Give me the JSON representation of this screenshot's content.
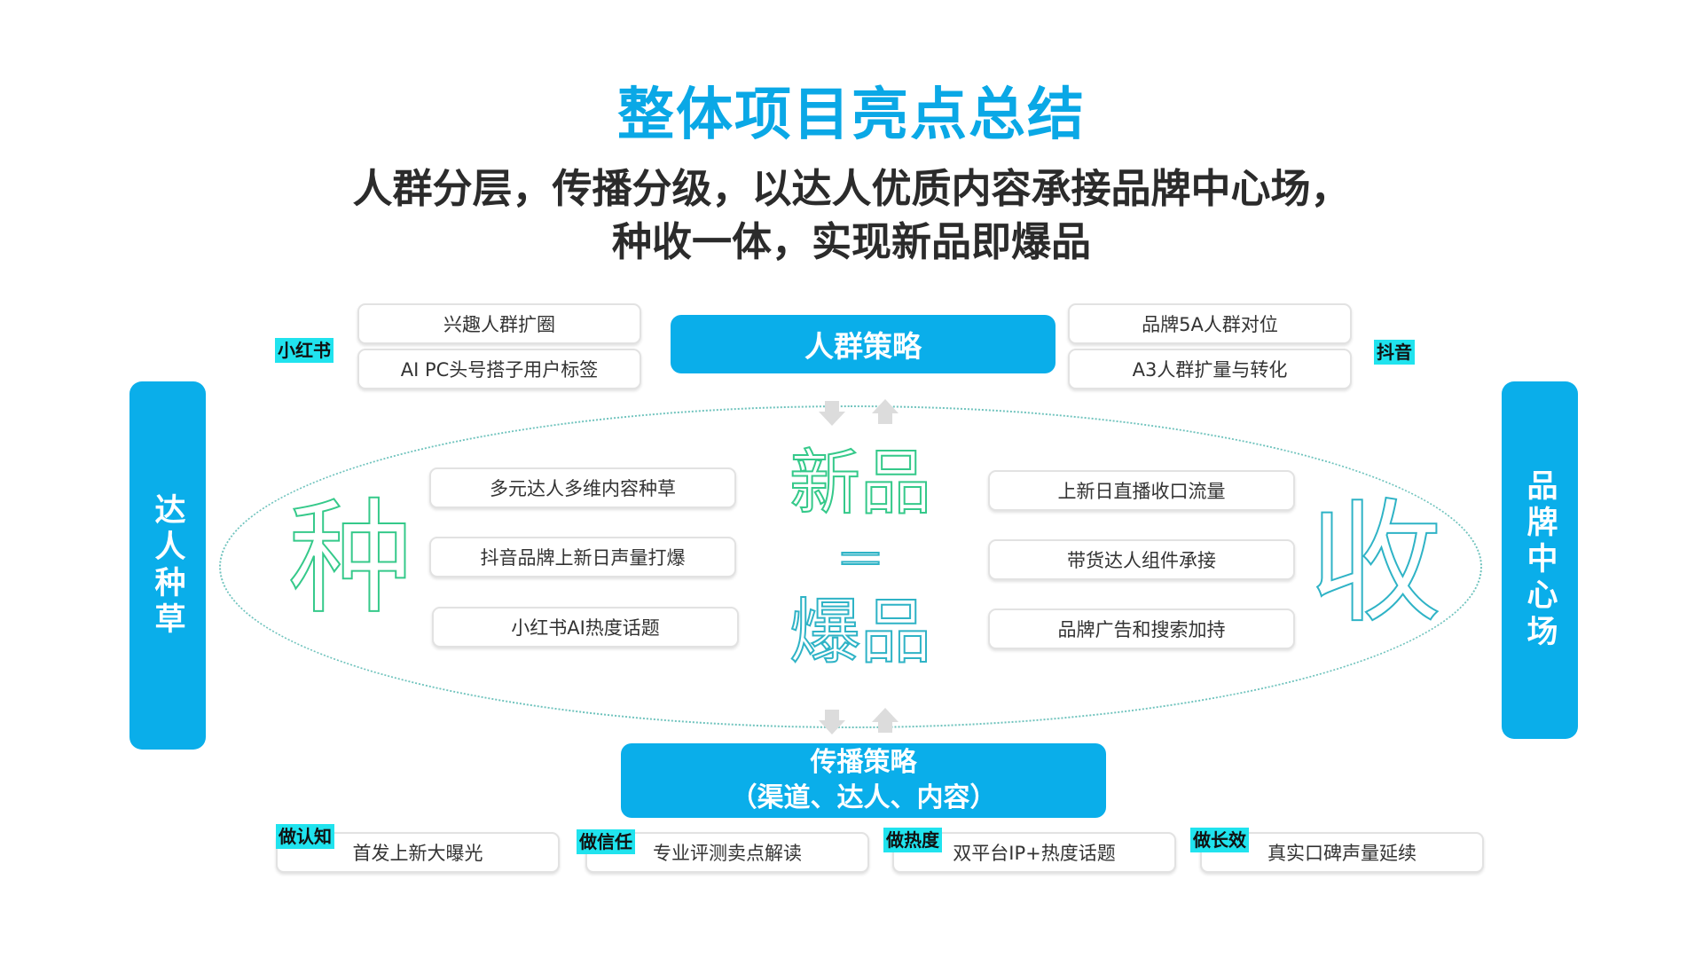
{
  "title": "整体项目亮点总结",
  "subtitle": {
    "line1": "人群分层，传播分级，以达人优质内容承接品牌中心场，",
    "line2": "种收一体，实现新品即爆品"
  },
  "people_strategy": {
    "label": "人群策略",
    "left_tag": "小红书",
    "left_items": [
      "兴趣人群扩圈",
      "AI PC头号搭子用户标签"
    ],
    "right_tag": "抖音",
    "right_items": [
      "品牌5A人群对位",
      "A3人群扩量与转化"
    ]
  },
  "side_left": "达人种草",
  "side_right": "品牌中心场",
  "center": {
    "left_char": "种",
    "right_char": "收",
    "top_text": "新品",
    "equals": "=",
    "bottom_text": "爆品",
    "left_items": [
      "多元达人多维内容种草",
      "抖音品牌上新日声量打爆",
      "小红书AI热度话题"
    ],
    "right_items": [
      "上新日直播收口流量",
      "带货达人组件承接",
      "品牌广告和搜索加持"
    ]
  },
  "spread_strategy": {
    "line1": "传播策略",
    "line2": "（渠道、达人、内容）"
  },
  "bottom_items": [
    {
      "tag": "做认知",
      "text": "首发上新大曝光"
    },
    {
      "tag": "做信任",
      "text": "专业评测卖点解读"
    },
    {
      "tag": "做热度",
      "text": "双平台IP+热度话题"
    },
    {
      "tag": "做长效",
      "text": "真实口碑声量延续"
    }
  ],
  "colors": {
    "accent": "#0aaeea",
    "tag": "#20e3ee",
    "title": "#0aa8e6"
  }
}
